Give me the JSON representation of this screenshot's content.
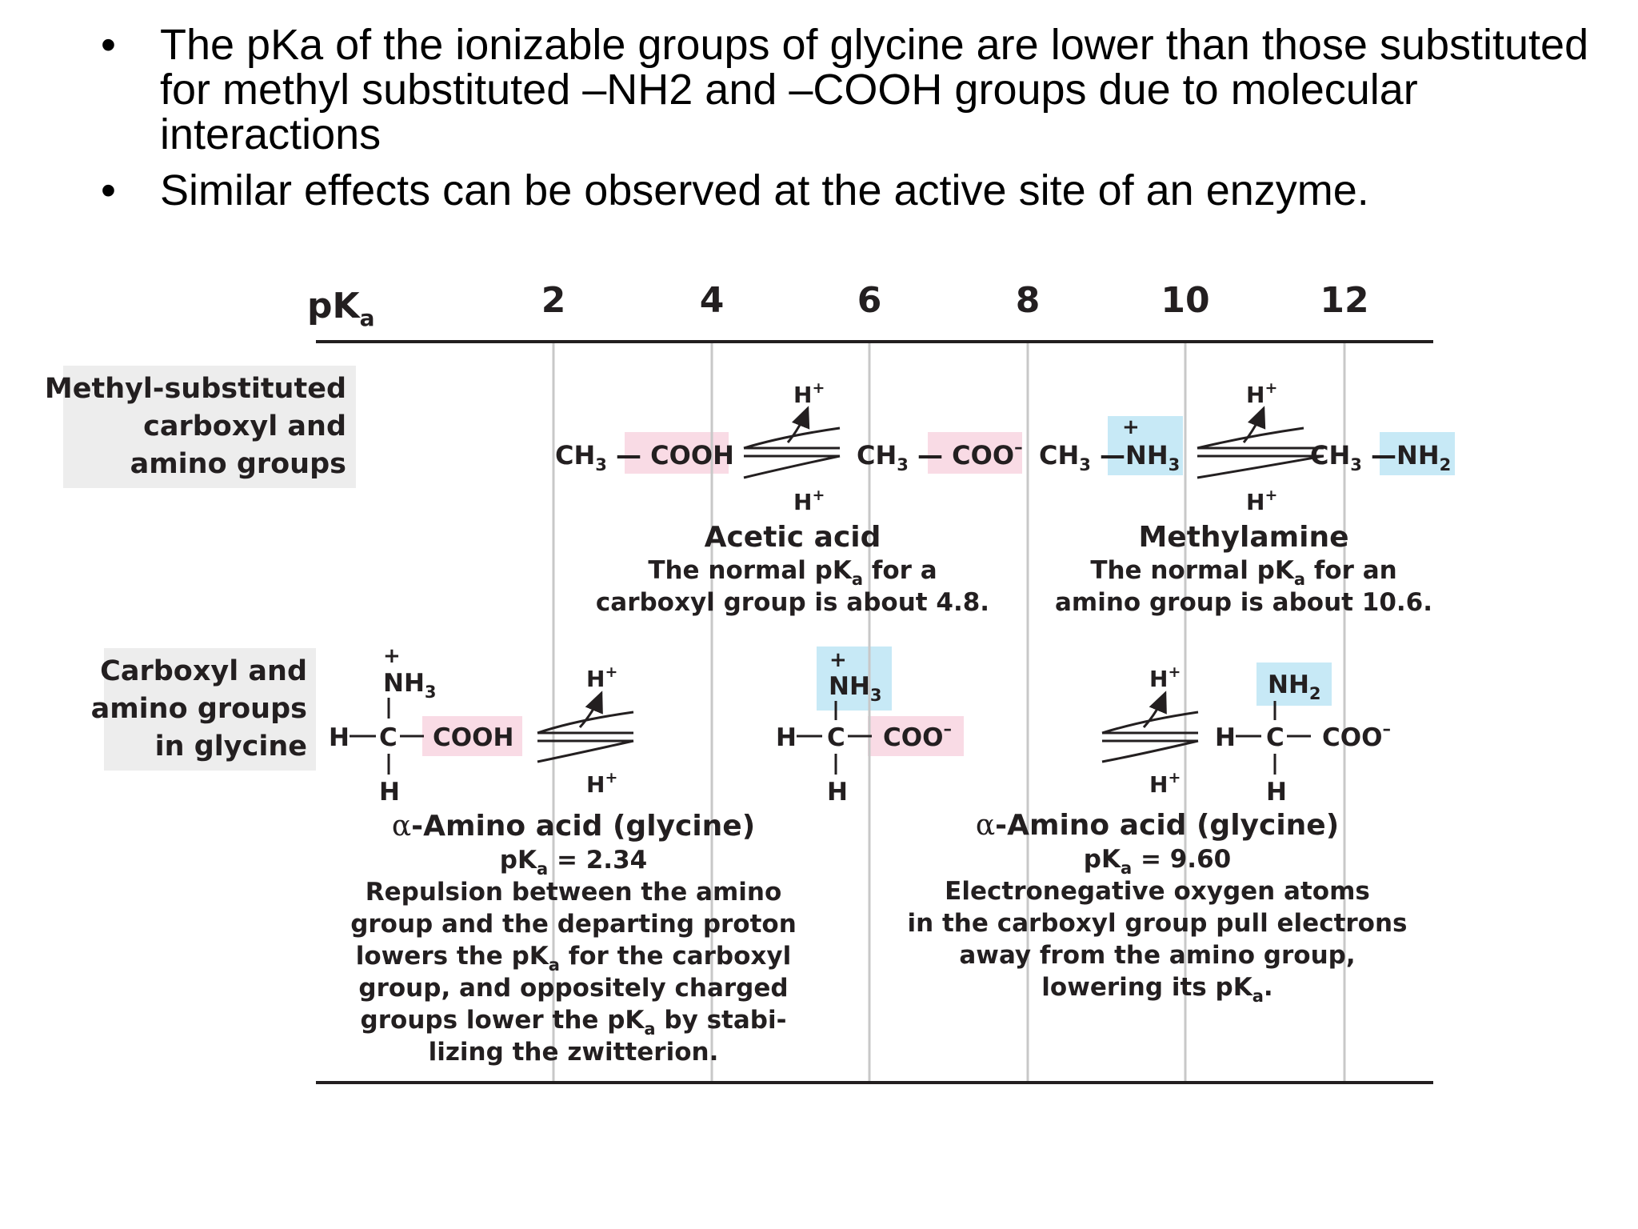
{
  "bullets": [
    {
      "text": "The pKa of the ionizable groups of glycine are lower than those substituted for methyl substituted –NH2 and –COOH groups due to molecular interactions"
    },
    {
      "text": "Similar effects can be observed at the active site of an enzyme."
    }
  ],
  "figure": {
    "axis_symbol": "pK",
    "axis_subscript": "a",
    "ticks": [
      "2",
      "4",
      "6",
      "8",
      "10",
      "12"
    ],
    "row1_label": [
      "Methyl-substituted",
      "carboxyl and",
      "amino groups"
    ],
    "row2_label": [
      "Carboxyl and",
      "amino groups",
      "in glycine"
    ],
    "colors": {
      "acid_highlight": "#f9dbe5",
      "amine_highlight": "#c7e9f6",
      "label_bg": "#ededed",
      "line": "#231f20",
      "gridline": "#c8c8c8"
    },
    "chem": {
      "ch3": "CH",
      "three": "3",
      "two": "2",
      "cooh": "COOH",
      "coo": "COO",
      "minus": "–",
      "nh3": "NH",
      "nh2": "NH",
      "h": "H",
      "c": "C",
      "hplus": "H",
      "plus_sup": "+",
      "plus": "+",
      "dash": "—",
      "vbar": "|"
    },
    "acetic": {
      "name": "Acetic acid",
      "line1_pre": "The normal pK",
      "line1_sub": "a",
      "line1_post": " for a",
      "line2": "carboxyl group is about 4.8."
    },
    "methylamine": {
      "name": "Methylamine",
      "line1_pre": "The normal pK",
      "line1_sub": "a",
      "line1_post": " for an",
      "line2": "amino group is about 10.6."
    },
    "glycine_left": {
      "prefix": "α",
      "name": "-Amino acid (glycine)",
      "pka_pre": "pK",
      "pka_sub": "a",
      "pka_post": " = 2.34",
      "l1": "Repulsion between the amino",
      "l2": "group and the departing proton",
      "l3_pre": "lowers the pK",
      "l3_sub": "a",
      "l3_post": " for the carboxyl",
      "l4": "group, and oppositely charged",
      "l5_pre": "groups lower the pK",
      "l5_sub": "a",
      "l5_post": " by stabi-",
      "l6": "lizing the zwitterion."
    },
    "glycine_right": {
      "prefix": "α",
      "name": "-Amino acid (glycine)",
      "pka_pre": "pK",
      "pka_sub": "a",
      "pka_post": " = 9.60",
      "l1": "Electronegative oxygen atoms",
      "l2": "in the carboxyl group pull electrons",
      "l3": "away from the amino group,",
      "l4_pre": "lowering its pK",
      "l4_sub": "a",
      "l4_post": "."
    }
  }
}
